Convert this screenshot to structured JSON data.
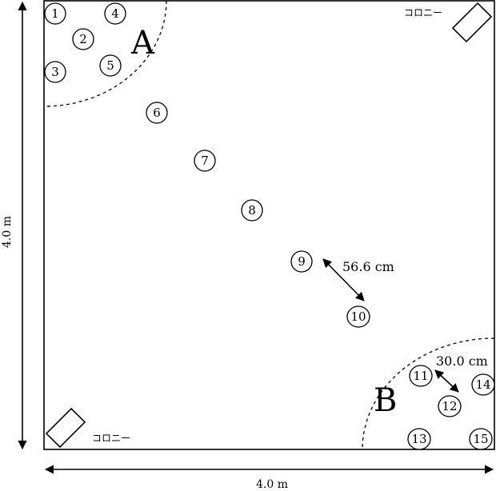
{
  "diagram": {
    "width_label": "4.0 m",
    "height_label": "4.0 m",
    "colony_label": "コロニー",
    "region_a_label": "A",
    "region_b_label": "B",
    "distance_9_10_label": "56.6 cm",
    "distance_11_12_label": "30.0 cm",
    "nodes": [
      {
        "id": "1",
        "label": "1"
      },
      {
        "id": "2",
        "label": "2"
      },
      {
        "id": "3",
        "label": "3"
      },
      {
        "id": "4",
        "label": "4"
      },
      {
        "id": "5",
        "label": "5"
      },
      {
        "id": "6",
        "label": "6"
      },
      {
        "id": "7",
        "label": "7"
      },
      {
        "id": "8",
        "label": "8"
      },
      {
        "id": "9",
        "label": "9"
      },
      {
        "id": "10",
        "label": "10"
      },
      {
        "id": "11",
        "label": "11"
      },
      {
        "id": "12",
        "label": "12"
      },
      {
        "id": "13",
        "label": "13"
      },
      {
        "id": "14",
        "label": "14"
      },
      {
        "id": "15",
        "label": "15"
      }
    ]
  }
}
